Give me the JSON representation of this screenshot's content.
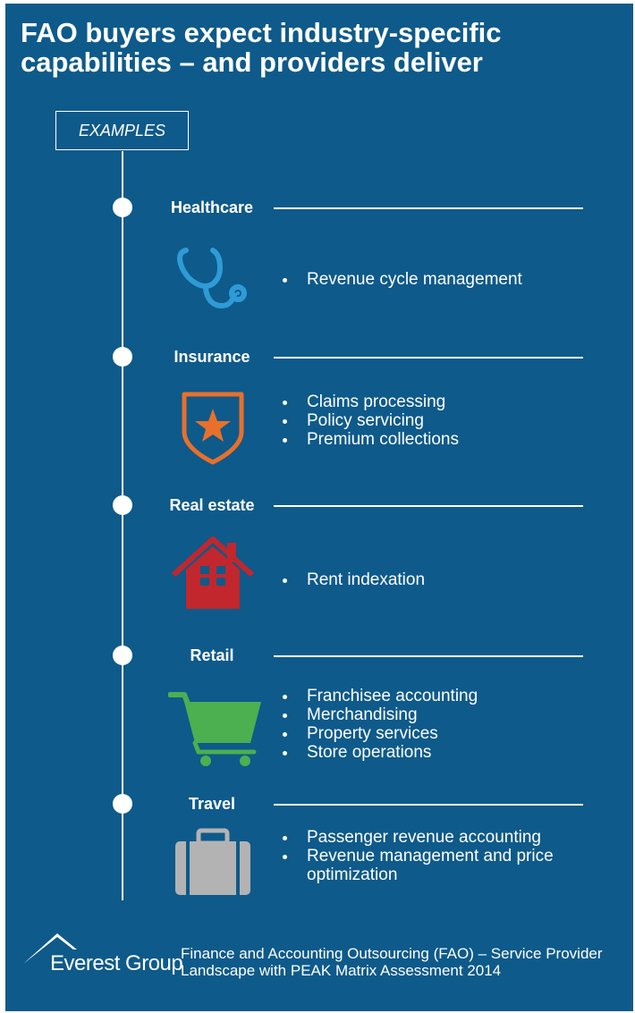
{
  "title": "FAO buyers expect industry-specific capabilities – and providers deliver",
  "examples_label": "EXAMPLES",
  "sections": [
    {
      "title": "Healthcare",
      "icon": "stethoscope-icon",
      "color": "#2E9BD6",
      "bullets": [
        "Revenue cycle management"
      ]
    },
    {
      "title": "Insurance",
      "icon": "shield-star-icon",
      "color": "#E8702A",
      "bullets": [
        "Claims processing",
        "Policy servicing",
        "Premium collections"
      ]
    },
    {
      "title": "Real estate",
      "icon": "house-icon",
      "color": "#C1272D",
      "bullets": [
        "Rent indexation"
      ]
    },
    {
      "title": "Retail",
      "icon": "shopping-cart-icon",
      "color": "#4CAF50",
      "bullets": [
        "Franchisee accounting",
        "Merchandising",
        "Property services",
        "Store operations"
      ]
    },
    {
      "title": "Travel",
      "icon": "suitcase-icon",
      "color": "#B3B3B3",
      "bullets": [
        "Passenger revenue accounting",
        "Revenue management and price optimization"
      ]
    }
  ],
  "footer": {
    "logo_text": "Everest Group",
    "source": "Finance and Accounting Outsourcing (FAO) – Service Provider Landscape with PEAK Matrix Assessment 2014"
  }
}
